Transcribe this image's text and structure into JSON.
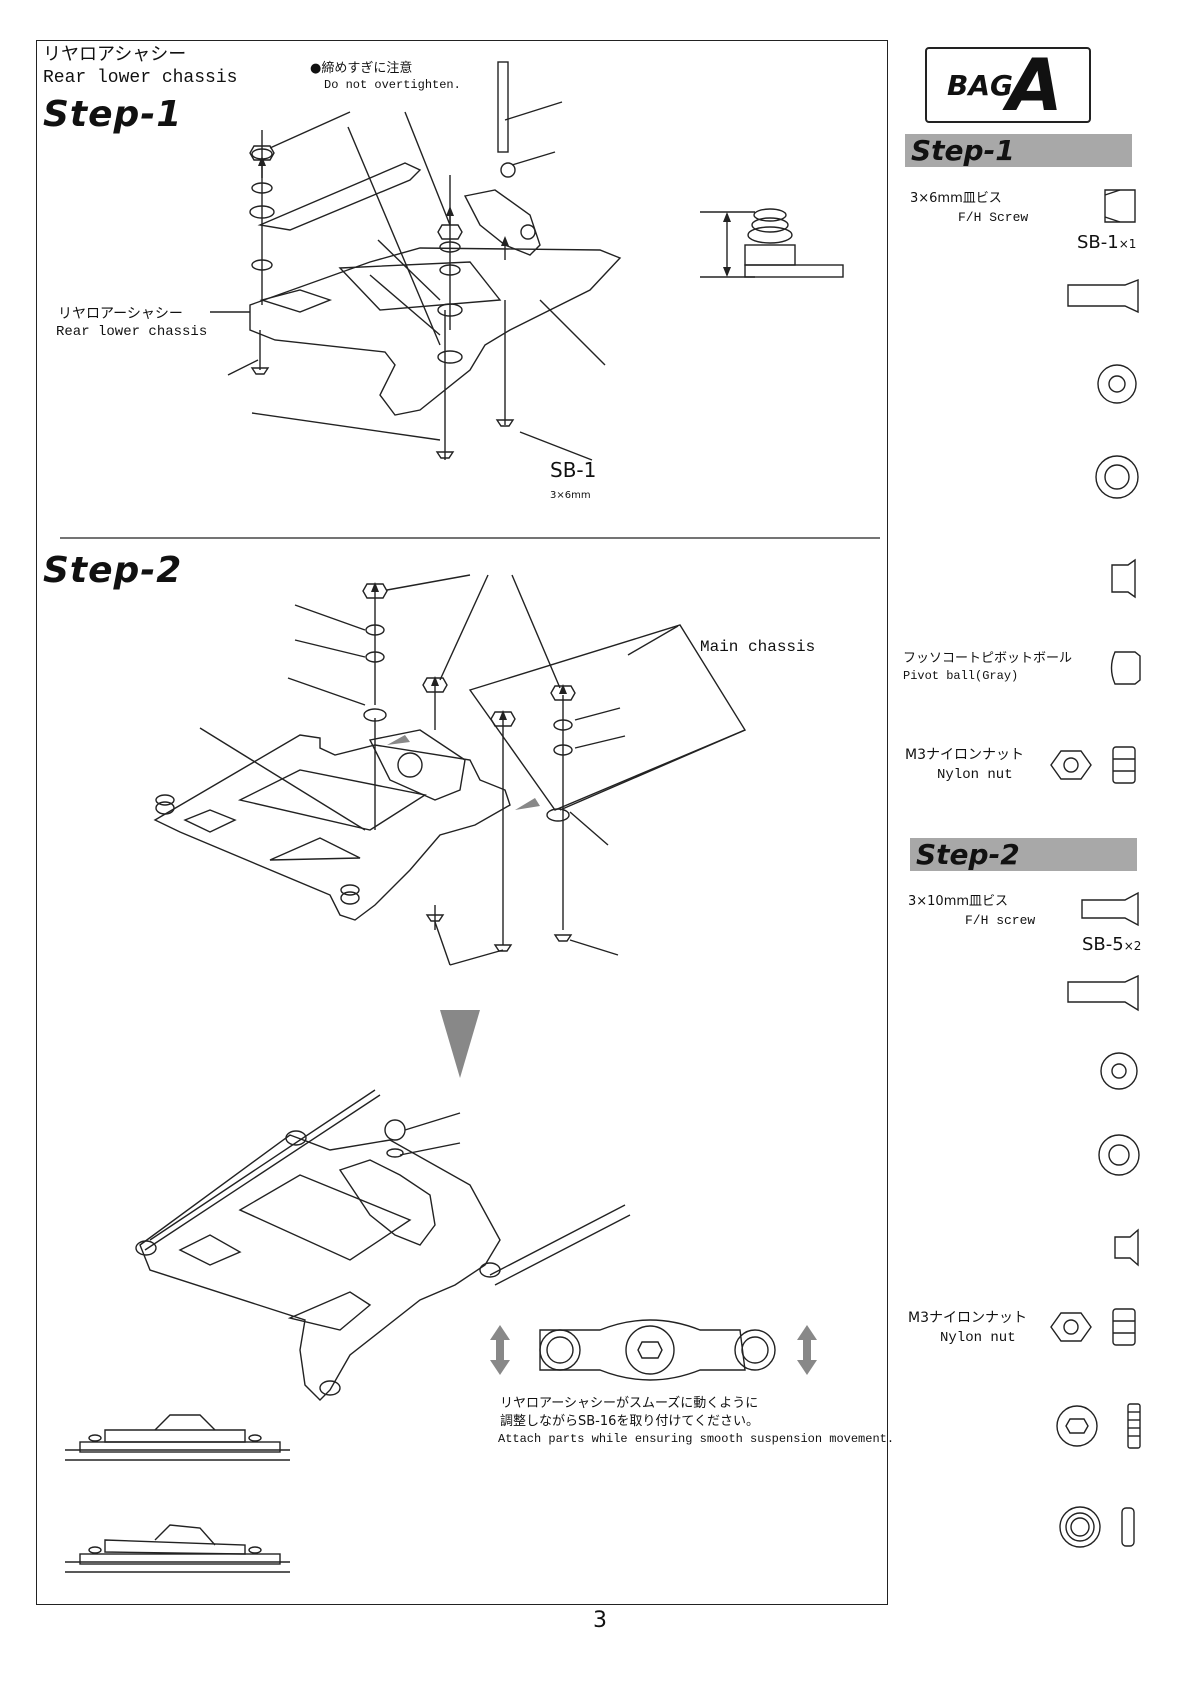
{
  "bag": {
    "word": "BAG",
    "letter": "A"
  },
  "step1": {
    "title": "Step-1",
    "header_jp": "リヤロアシャシー",
    "header_en": "Rear lower chassis",
    "note_jp": "●締めすぎに注意",
    "note_en": "Do not overtighten.",
    "part_label_jp": "リヤロアーシャシー",
    "part_label_en": "Rear lower chassis",
    "screw_code": "SB-1",
    "screw_size": "3×6mm"
  },
  "step2": {
    "title": "Step-2",
    "main_chassis": "Main chassis",
    "note_jp_1": "リヤロアーシャシーがスムーズに動くように",
    "note_jp_2": "調整しながらSB-16を取り付けてください。",
    "note_en": "Attach parts while ensuring smooth suspension movement."
  },
  "sidebar": {
    "step1": {
      "title": "Step-1",
      "screw_jp": "3×6mm皿ビス",
      "screw_en": "F/H Screw",
      "screw_code": "SB-1",
      "screw_qty": "×1",
      "pivot_jp": "フッソコートピボットボール",
      "pivot_en": "Pivot ball(Gray)",
      "nut_jp": "M3ナイロンナット",
      "nut_en": "Nylon nut"
    },
    "step2": {
      "title": "Step-2",
      "screw_jp": "3×10mm皿ビス",
      "screw_en": "F/H screw",
      "screw_code": "SB-5",
      "screw_qty": "×2",
      "nut_jp": "M3ナイロンナット",
      "nut_en": "Nylon nut"
    }
  },
  "page_number": "3"
}
